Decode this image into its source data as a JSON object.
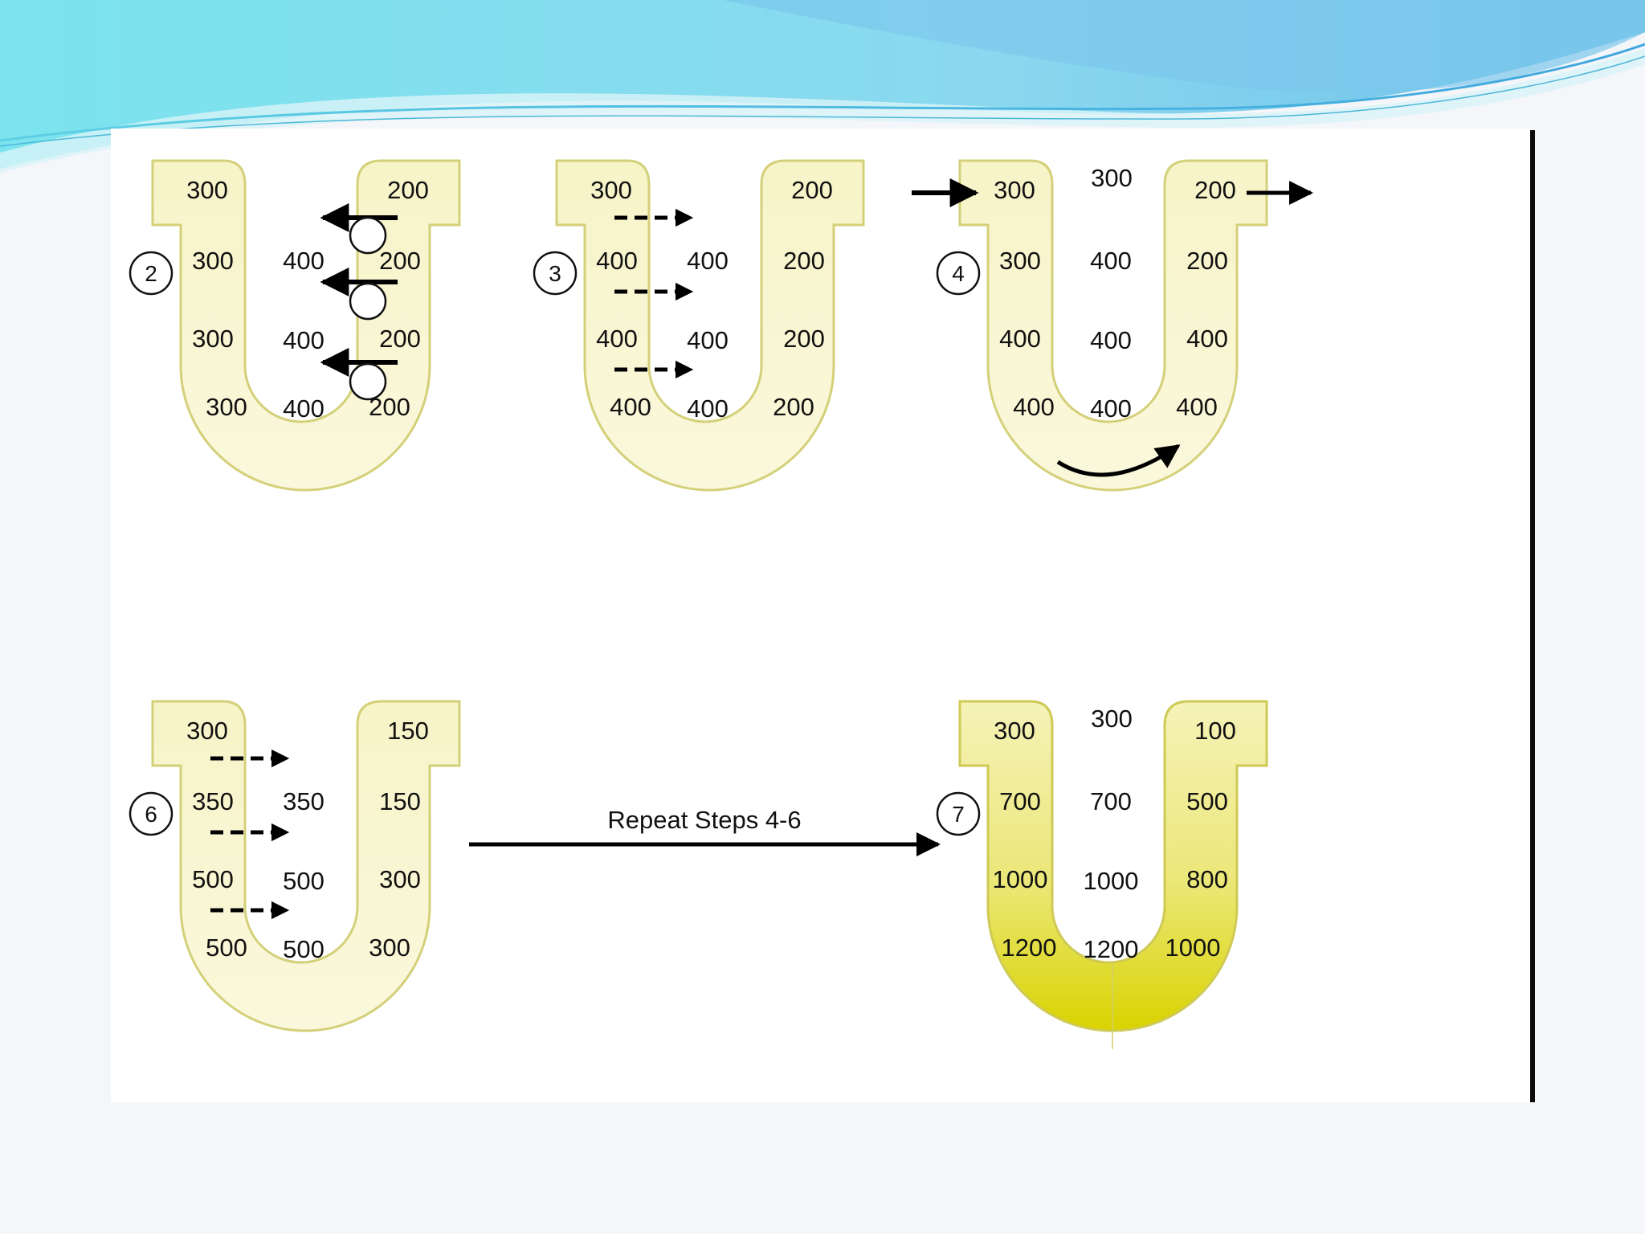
{
  "panels": [
    {
      "id": "step2",
      "step": "2",
      "top_left": "300",
      "top_right": "200",
      "rows": [
        [
          "300",
          "400",
          "200"
        ],
        [
          "300",
          "400",
          "200"
        ],
        [
          "300",
          "400",
          "200"
        ]
      ],
      "fill": "light",
      "arrows": "left-circles"
    },
    {
      "id": "step3",
      "step": "3",
      "top_left": "300",
      "top_right": "200",
      "rows": [
        [
          "400",
          "400",
          "200"
        ],
        [
          "400",
          "400",
          "200"
        ],
        [
          "400",
          "400",
          "200"
        ]
      ],
      "fill": "light",
      "arrows": "dashed-right"
    },
    {
      "id": "step4",
      "step": "4",
      "top_left": "300",
      "top_mid": "300",
      "top_right": "200",
      "rows": [
        [
          "300",
          "400",
          "200"
        ],
        [
          "400",
          "400",
          "400"
        ],
        [
          "400",
          "400",
          "400"
        ]
      ],
      "fill": "light",
      "arrows": "flow"
    },
    {
      "id": "step6",
      "step": "6",
      "top_left": "300",
      "top_right": "150",
      "rows": [
        [
          "350",
          "350",
          "150"
        ],
        [
          "500",
          "500",
          "300"
        ],
        [
          "500",
          "500",
          "300"
        ]
      ],
      "fill": "light",
      "arrows": "dashed-right"
    },
    {
      "id": "step7",
      "step": "7",
      "top_left": "300",
      "top_mid": "300",
      "top_right": "100",
      "rows": [
        [
          "700",
          "700",
          "500"
        ],
        [
          "1000",
          "1000",
          "800"
        ],
        [
          "1200",
          "1200",
          "1000"
        ]
      ],
      "fill": "dark",
      "arrows": "none"
    }
  ],
  "repeat_label": "Repeat Steps 4-6",
  "colors": {
    "tube_fill_light": "#f8f6cf",
    "tube_fill_dark": "#d8d400",
    "tube_stroke": "#d4d07a",
    "wave_cyan": "#7fe3ef",
    "wave_blue": "#63b6e6",
    "arrow": "#000000"
  }
}
